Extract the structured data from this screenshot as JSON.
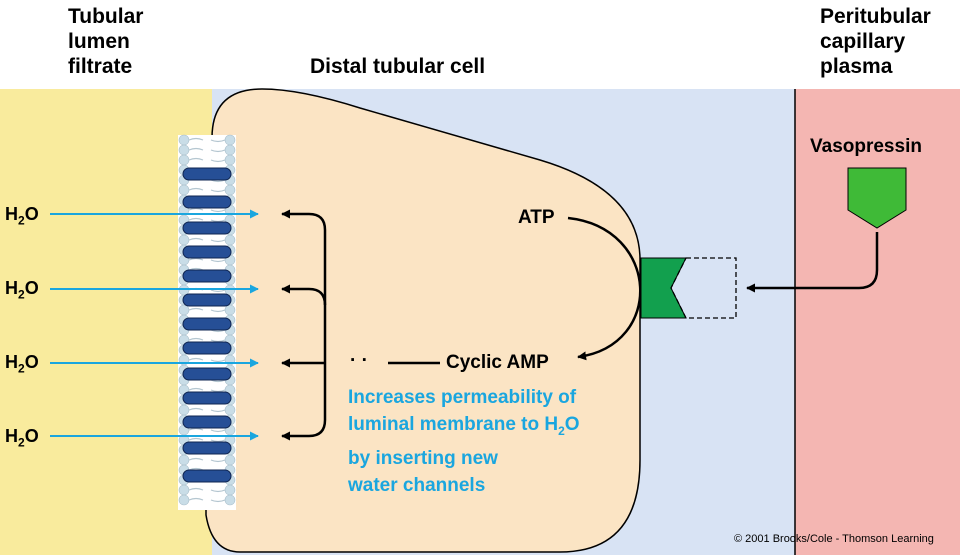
{
  "headers": {
    "lumen": [
      "Tubular",
      "lumen",
      "filtrate"
    ],
    "cell": "Distal tubular cell",
    "capillary": [
      "Peritubular",
      "capillary",
      "plasma"
    ]
  },
  "labels": {
    "vasopressin": "Vasopressin",
    "atp": "ATP",
    "cyclic_amp": "Cyclic AMP",
    "dots": "· ·"
  },
  "water": {
    "symbol": "H",
    "subscript": "2",
    "suffix": "O"
  },
  "note": {
    "line1": "Increases permeability of",
    "line2_pre": "luminal membrane to H",
    "line2_sub": "2",
    "line2_post": "O",
    "line3": "by inserting new",
    "line4": "water channels"
  },
  "copyright": "© 2001 Brooks/Cole - Thomson Learning",
  "colors": {
    "lumen": "#f9eb9d",
    "interstitial": "#d8e3f4",
    "cell": "#fbe4c4",
    "capillary": "#f4b6b2",
    "arrow_blue": "#1aa6df",
    "channel": "#264f96",
    "receptor": "#12a04e",
    "hormone": "#3fba37"
  }
}
